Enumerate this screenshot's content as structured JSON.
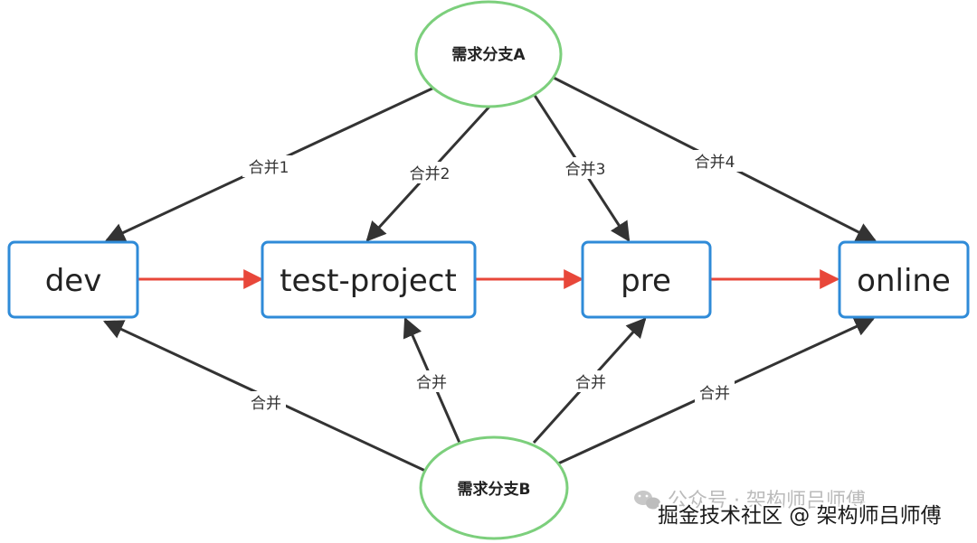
{
  "branch_a": {
    "label": "需求分支A"
  },
  "branch_b": {
    "label": "需求分支B"
  },
  "environments": [
    {
      "label": "dev"
    },
    {
      "label": "test-project"
    },
    {
      "label": "pre"
    },
    {
      "label": "online"
    }
  ],
  "merge_edges_a": [
    "合并1",
    "合并2",
    "合并3",
    "合并4"
  ],
  "merge_edges_b": [
    "合并",
    "合并",
    "合并",
    "合并"
  ],
  "colors": {
    "box_border": "#2f8bd8",
    "ellipse_border": "#7ccf7c",
    "promote_arrow": "#e8473a",
    "merge_arrow": "#333333"
  },
  "icons": {
    "watermark": "wechat-icon"
  },
  "watermark": {
    "faint": "公众号 · 架构师吕师傅",
    "front": "掘金技术社区 @ 架构师吕师傅"
  }
}
